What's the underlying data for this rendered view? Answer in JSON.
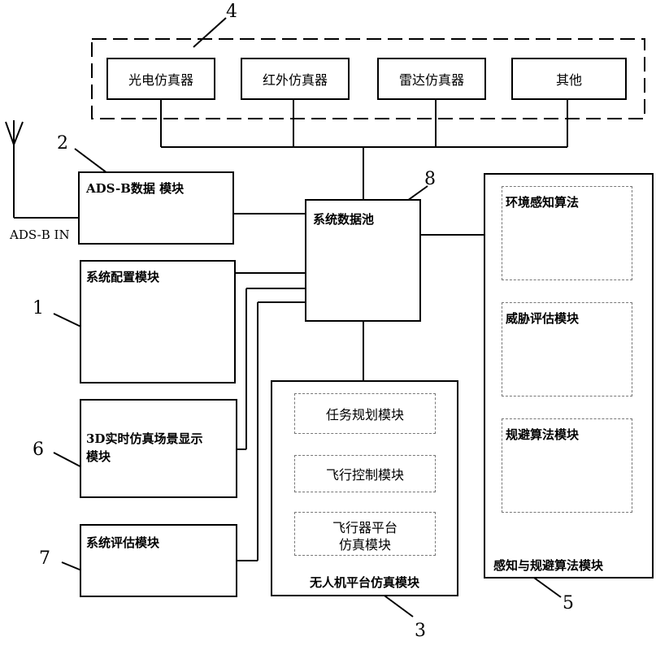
{
  "sensors_group": {
    "number": "4",
    "items": [
      "光电仿真器",
      "红外仿真器",
      "雷达仿真器",
      "其他"
    ]
  },
  "adsb": {
    "number": "2",
    "label": "ADS-B数据 模块",
    "antenna_label": "ADS-B IN"
  },
  "data_pool": {
    "number": "8",
    "label": "系统数据池"
  },
  "config": {
    "number": "1",
    "label": "系统配置模块"
  },
  "display3d": {
    "number": "6",
    "label_line1": "3D实时仿真场景显示",
    "label_line2": "模块"
  },
  "evaluation": {
    "number": "7",
    "label": "系统评估模块"
  },
  "uav_platform": {
    "number": "3",
    "label": "无人机平台仿真模块",
    "sub1": "任务规划模块",
    "sub2": "飞行控制模块",
    "sub3_line1": "飞行器平台",
    "sub3_line2": "仿真模块"
  },
  "sense_avoid": {
    "number": "5",
    "label": "感知与规避算法模块",
    "sub1": "环境感知算法",
    "sub2": "威胁评估模块",
    "sub3": "规避算法模块"
  }
}
